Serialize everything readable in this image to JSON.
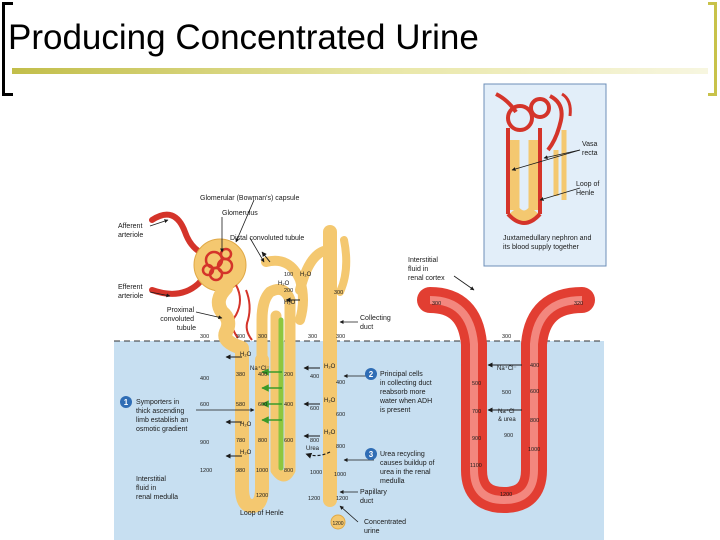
{
  "title": "Producing Concentrated Urine",
  "inset": {
    "vasa_recta": [
      "Vasa",
      "recta"
    ],
    "loop_of_henle": [
      "Loop of",
      "Henle"
    ],
    "caption": [
      "Juxtamedullary nephron and",
      "its blood supply together"
    ]
  },
  "labels": {
    "afferent": [
      "Afferent",
      "arteriole"
    ],
    "efferent": [
      "Efferent",
      "arteriole"
    ],
    "glomerular_capsule": "Glomerular (Bowman's) capsule",
    "glomerulus": "Glomerulus",
    "distal_tubule": "Distal convoluted tubule",
    "proximal_tubule": [
      "Proximal",
      "convoluted",
      "tubule"
    ],
    "collecting_duct": [
      "Collecting",
      "duct"
    ],
    "interstitial_cortex": [
      "Interstitial",
      "fluid in",
      "renal cortex"
    ],
    "interstitial_medulla": [
      "Interstitial",
      "fluid in",
      "renal medulla"
    ],
    "loop_of_henle": "Loop of Henle",
    "papillary_duct": [
      "Papillary",
      "duct"
    ],
    "concentrated_urine": [
      "Concentrated",
      "urine"
    ],
    "concentrated_value": "1200"
  },
  "callouts": [
    {
      "number": "1",
      "lines": [
        "Symporters in",
        "thick ascending",
        "limb establish an",
        "osmotic gradient"
      ]
    },
    {
      "number": "2",
      "lines": [
        "Principal cells",
        "in collecting duct",
        "reabsorb more",
        "water when ADH",
        "is present"
      ]
    },
    {
      "number": "3",
      "lines": [
        "Urea recycling",
        "causes buildup of",
        "urea in the renal",
        "medulla"
      ]
    }
  ],
  "molecules": {
    "water": "H₂O",
    "nacl": "Na⁺Cl⁻",
    "urea": "Urea",
    "nacl_urea": [
      "Na⁺Cl⁻",
      "& urea"
    ]
  },
  "gradient": [
    "300",
    "400",
    "600",
    "900",
    "1200"
  ],
  "values": {
    "cortex_row": [
      "300",
      "300",
      "300",
      "300"
    ],
    "asc_top": [
      "100",
      "200",
      "300"
    ],
    "desc": [
      "380",
      "580",
      "780",
      "980"
    ],
    "asc_thin": [
      "400",
      "600",
      "800",
      "1000"
    ],
    "asc_thick": [
      "200",
      "400",
      "600",
      "800"
    ],
    "duct": [
      "400",
      "600",
      "800",
      "1000"
    ],
    "duct_inner": [
      "400",
      "600",
      "800",
      "1000"
    ],
    "duct_bottom": [
      "1200",
      "1200"
    ],
    "loop_bottom": "1200",
    "vasa_left": [
      "500",
      "700",
      "900",
      "1100"
    ],
    "vasa_right": [
      "400",
      "600",
      "800",
      "1000"
    ],
    "vasa_top": [
      "300",
      "320"
    ],
    "vasa_mid": [
      "300",
      "500",
      "900"
    ],
    "vasa_bottom": "1200"
  }
}
